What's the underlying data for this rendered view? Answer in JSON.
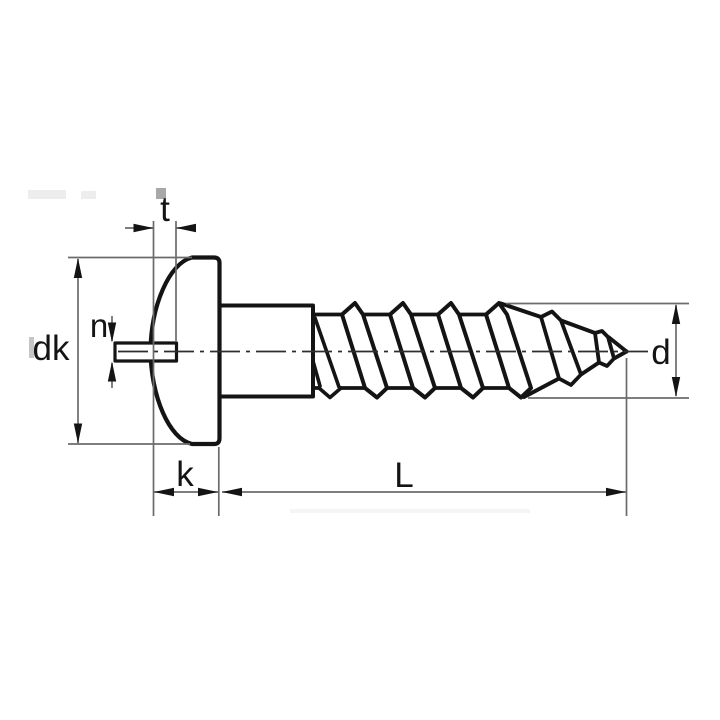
{
  "figure": {
    "type": "technical-drawing",
    "subject": "Slotted round head wood screw, side view with dimension annotations",
    "labels": {
      "slot_depth": "t",
      "slot_width": "n",
      "head_diameter": "dk",
      "head_height": "k",
      "screw_length": "L",
      "thread_diameter": "d"
    },
    "colors": {
      "background": "#ffffff",
      "outline": "#141414",
      "fill": "#ffffff",
      "dimension": "#6b6b6b",
      "arrow": "#141414",
      "text": "#141414",
      "centerline": "#2e2e2e",
      "marker": "#a8a8a8",
      "faded_artifact": "#c6c6c6",
      "smudge": "#ededed"
    }
  }
}
